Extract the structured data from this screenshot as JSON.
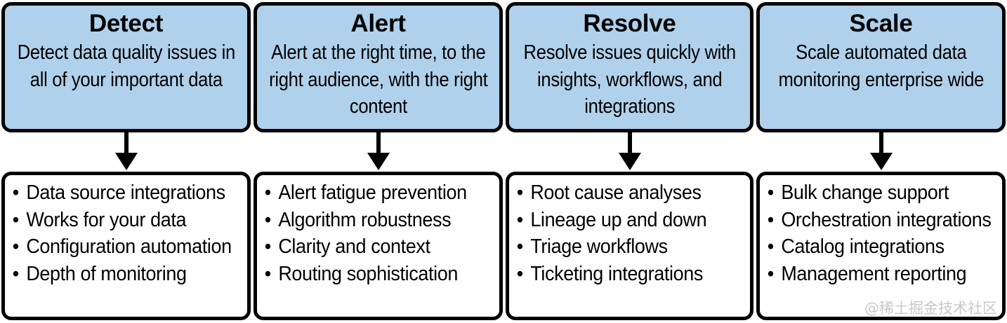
{
  "diagram": {
    "type": "four-stage-process-flow",
    "accent_color": "#b0d1eb",
    "border_color": "#000000",
    "background_color": "#ffffff",
    "watermark": "@稀土掘金技术社区",
    "columns": [
      {
        "title": "Detect",
        "subtitle": "Detect data quality issues in all of your important data",
        "connector": "down-arrow",
        "bullets": [
          "Data source integrations",
          "Works for your data",
          "Configuration automation",
          "Depth of monitoring"
        ]
      },
      {
        "title": "Alert",
        "subtitle": "Alert at the right time, to the right audience, with the right content",
        "connector": "down-arrow",
        "bullets": [
          "Alert fatigue prevention",
          "Algorithm robustness",
          "Clarity and context",
          "Routing sophistication"
        ]
      },
      {
        "title": "Resolve",
        "subtitle": "Resolve issues quickly with insights, workflows, and integrations",
        "connector": "down-arrow",
        "bullets": [
          "Root cause analyses",
          "Lineage up and down",
          "Triage workflows",
          "Ticketing integrations"
        ]
      },
      {
        "title": "Scale",
        "subtitle": "Scale automated data monitoring enterprise wide",
        "connector": "down-arrow",
        "bullets": [
          "Bulk change support",
          "Orchestration integrations",
          "Catalog integrations",
          "Management reporting"
        ]
      }
    ]
  }
}
